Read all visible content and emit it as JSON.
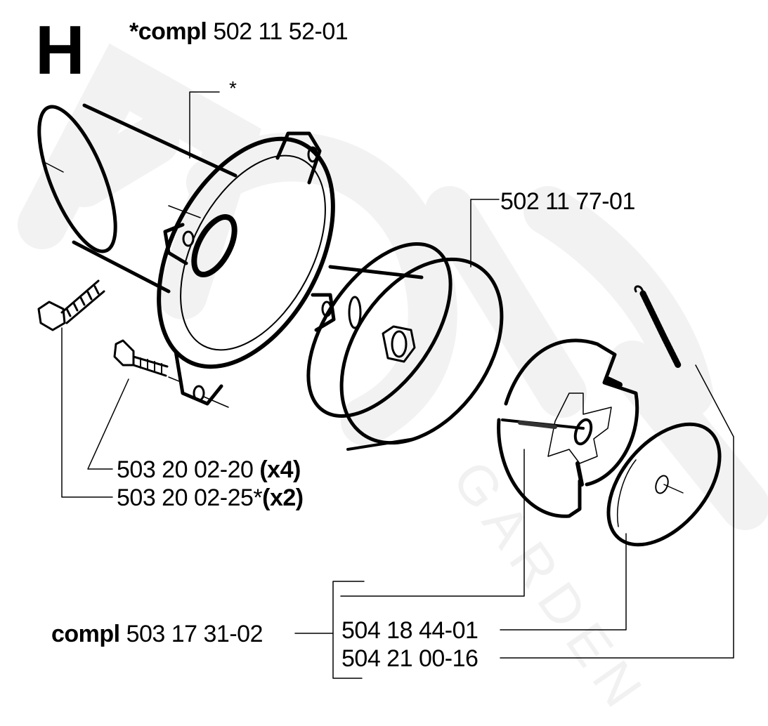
{
  "section_letter": "H",
  "top_kit": {
    "prefix": "*compl",
    "part": "502 11 52-01"
  },
  "housing": {
    "marker": "*"
  },
  "drum": {
    "part": "502 11 77-01"
  },
  "screws": [
    {
      "part": "503 20 02-20",
      "suffix": "",
      "qty": "(x4)"
    },
    {
      "part": "503 20 02-25",
      "suffix": "*",
      "qty": "(x2)"
    }
  ],
  "clutch_kit": {
    "prefix": "compl",
    "part": "503 17 31-02"
  },
  "clutch_parts": [
    {
      "part": "504 18 44-01"
    },
    {
      "part": "504 21 00-16"
    }
  ],
  "watermark": {
    "text": "GARDEN"
  },
  "colors": {
    "ink": "#000000",
    "watermark": "#f1f1f1",
    "background": "#ffffff"
  }
}
